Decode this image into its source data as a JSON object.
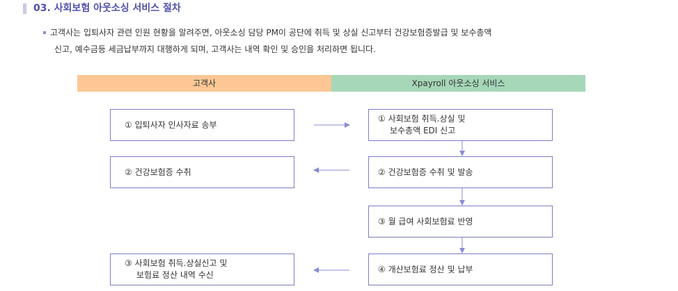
{
  "heading": "03. 사회보험 아웃소싱 서비스 절차",
  "paragraph": {
    "line1": "고객사는 입퇴사자 관련 인원 현황을 알려주면, 아웃소싱 담당 PM이  공단에 취득 및 상실 신고부터 건강보험증발급 및 보수총액",
    "line2": "신고, 예수금등 세금납부까지 대행하게 되며, 고객사는 내역 확인 및 승인을 처리하면 됩니다."
  },
  "lanes": {
    "client": "고객사",
    "service": "Xpayroll 아웃소싱 서비스"
  },
  "client_steps": [
    {
      "line1": "① 입퇴사자 인사자료 송부",
      "line2": ""
    },
    {
      "line1": "② 건강보험증 수취",
      "line2": ""
    },
    {
      "line1": "③ 사회보험 취득.상실신고 및",
      "line2": "보험료 정산 내역 수신"
    }
  ],
  "service_steps": [
    {
      "line1": "① 사회보험 취득.상실 및",
      "line2": "보수총액 EDI 신고"
    },
    {
      "line1": "② 건강보험증 수취 및 발송",
      "line2": ""
    },
    {
      "line1": "③ 월 급여 사회보험료 반영",
      "line2": ""
    },
    {
      "line1": "④ 개산보험료 정산 및 납부",
      "line2": ""
    }
  ],
  "colors": {
    "heading": "#4f52a8",
    "client_lane": "#fcc794",
    "service_lane": "#a6d7b9",
    "box_border": "#7c7cc4",
    "arrow": "#8a8ad8"
  }
}
